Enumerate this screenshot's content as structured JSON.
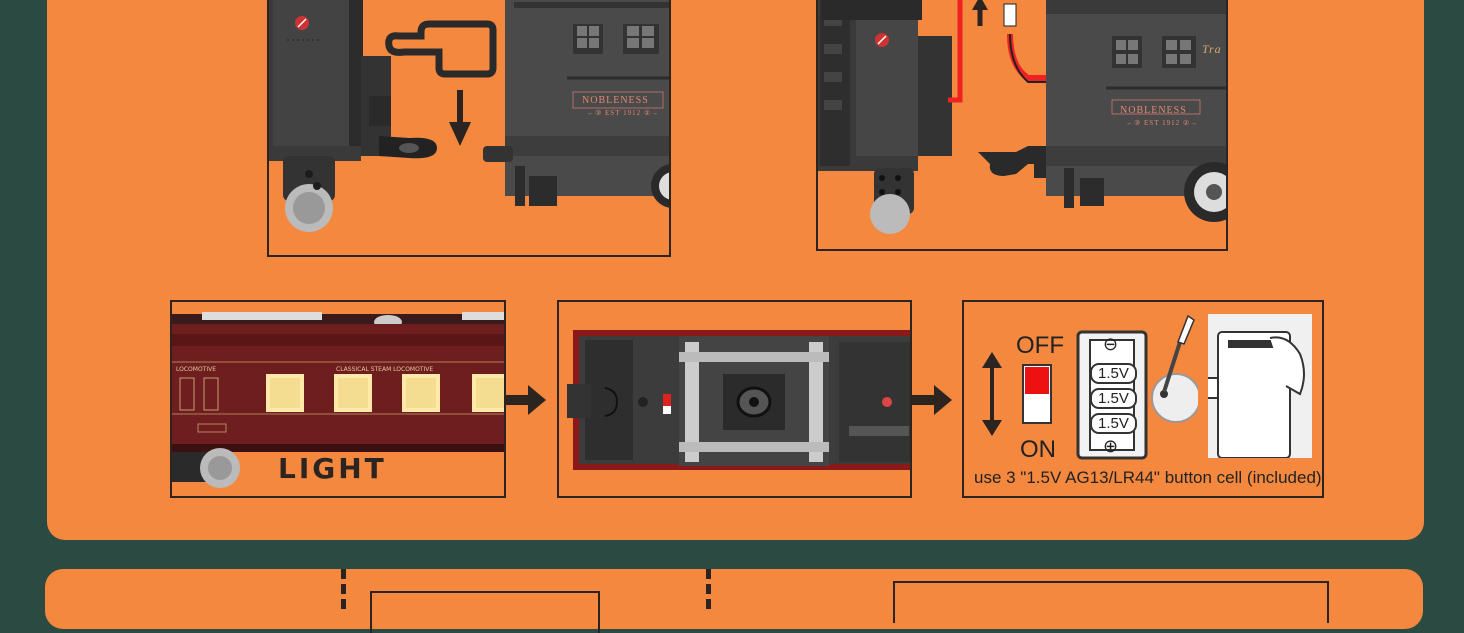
{
  "top_left_panel": {
    "brand_text": "NOBLENESS",
    "est_text": "←③ EST 1912 ②→"
  },
  "top_right_panel": {
    "brand_text": "NOBLENESS",
    "est_text": "←③ EST 1912 ②→",
    "logo_text": "Tra"
  },
  "light_step": {
    "label": "LIGHT",
    "car_text_left": "LOCOMOTIVE",
    "car_text_center": "CLASSICAL STEAM LOCOMOTIVE"
  },
  "battery_step": {
    "switch_off_label": "OFF",
    "switch_on_label": "ON",
    "minus_symbol": "⊖",
    "plus_symbol": "⊕",
    "cells": [
      "1.5V",
      "1.5V",
      "1.5V"
    ],
    "caption": "use 3 \"1.5V AG13/LR44\" button cell (included)"
  },
  "colors": {
    "background": "#2a4a42",
    "panel": "#f4883f",
    "frame": "#2b2420",
    "car_maroon": "#6e1e1e"
  }
}
